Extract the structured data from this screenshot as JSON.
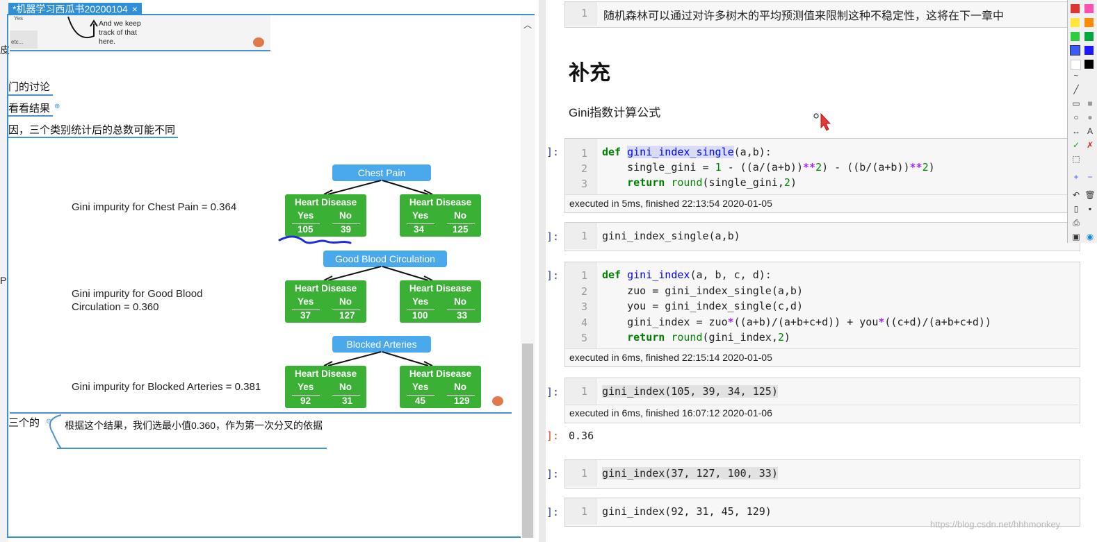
{
  "tab": {
    "title": "*机器学习西瓜书20200104",
    "close": "×"
  },
  "mindmap": {
    "top_snippet": {
      "yes": "Yes",
      "etc": "etc...",
      "note": "And we keep track of that here."
    },
    "edge_chars": {
      "a": "皮",
      "b": "P"
    },
    "nodes": [
      "门的讨论",
      "看看结果",
      "因，三个类别统计后的总数可能不同"
    ],
    "conclusion_prefix": "三个的",
    "conclusion": "根据这个结果，我们选最小值0.360，作为第一次分叉的依据"
  },
  "diagram": {
    "rows": [
      {
        "label": "Gini impurity for Chest Pain = 0.364",
        "root": "Chest Pain",
        "left": {
          "title": "Heart Disease",
          "yes_label": "Yes",
          "no_label": "No",
          "yes": "105",
          "no": "39"
        },
        "right": {
          "title": "Heart Disease",
          "yes_label": "Yes",
          "no_label": "No",
          "yes": "34",
          "no": "125"
        }
      },
      {
        "label": "Gini impurity for Good Blood Circulation = 0.360",
        "label_line1": "Gini impurity for Good Blood",
        "label_line2": "Circulation = 0.360",
        "root": "Good Blood Circulation",
        "left": {
          "title": "Heart Disease",
          "yes_label": "Yes",
          "no_label": "No",
          "yes": "37",
          "no": "127"
        },
        "right": {
          "title": "Heart Disease",
          "yes_label": "Yes",
          "no_label": "No",
          "yes": "100",
          "no": "33"
        }
      },
      {
        "label": "Gini impurity for Blocked Arteries = 0.381",
        "root": "Blocked Arteries",
        "left": {
          "title": "Heart Disease",
          "yes_label": "Yes",
          "no_label": "No",
          "yes": "92",
          "no": "31"
        },
        "right": {
          "title": "Heart Disease",
          "yes_label": "Yes",
          "no_label": "No",
          "yes": "45",
          "no": "129"
        }
      }
    ]
  },
  "notebook": {
    "top_cell": "随机森林可以通过对许多树木的平均预测值来限制这种不稳定性，这将在下一章中",
    "heading": "补充",
    "subtitle": "Gini指数计算公式",
    "cells": [
      {
        "prompt": "]:",
        "lines": [
          "def gini_index_single(a,b):",
          "    single_gini = 1 - ((a/(a+b))**2) - ((b/(a+b))**2)",
          "    return round(single_gini,2)"
        ],
        "exec": "executed in 5ms, finished 22:13:54 2020-01-05"
      },
      {
        "prompt": "]:",
        "lines": [
          "gini_index_single(a,b)"
        ]
      },
      {
        "prompt": "]:",
        "lines": [
          "def gini_index(a, b, c, d):",
          "    zuo = gini_index_single(a,b)",
          "    you = gini_index_single(c,d)",
          "    gini_index = zuo*((a+b)/(a+b+c+d)) + you*((c+d)/(a+b+c+d))",
          "    return round(gini_index,2)"
        ],
        "exec": "executed in 6ms, finished 22:15:14 2020-01-05"
      },
      {
        "prompt": "]:",
        "lines": [
          "gini_index(105, 39, 34, 125)"
        ],
        "exec": "executed in 6ms, finished 16:07:12 2020-01-06",
        "out_prompt": "]:",
        "output": "0.36"
      },
      {
        "prompt": "]:",
        "lines": [
          "gini_index(37, 127, 100, 33)"
        ]
      },
      {
        "prompt": "]:",
        "lines": [
          "gini_index(92, 31, 45, 129)"
        ]
      }
    ],
    "watermark": "https://blog.csdn.net/hhhmonkey"
  },
  "colors": {
    "accent": "#3a8fd9",
    "green": "#3ab035",
    "blue_box": "#4aa8ec",
    "ink": "#1f2fd8"
  }
}
